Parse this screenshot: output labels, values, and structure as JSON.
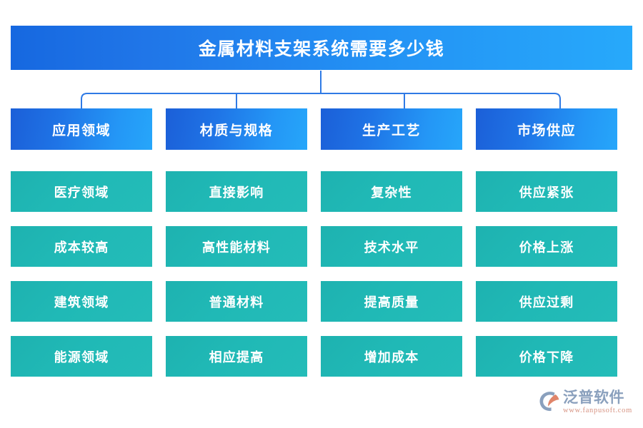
{
  "header": {
    "title": "金属材料支架系统需要多少钱",
    "gradient_from": "#1668e0",
    "gradient_to": "#27a9fb"
  },
  "connectors": {
    "color": "#2f7ae5",
    "stroke_width": 2
  },
  "palette": {
    "category_from": "#1b5fd8",
    "category_to": "#26a6fa",
    "item_from": "#1eb2b0",
    "item_to": "#24bcb8",
    "text": "#ffffff",
    "page_background": "#ffffff"
  },
  "columns": [
    {
      "category": "应用领域",
      "items": [
        "医疗领域",
        "成本较高",
        "建筑领域",
        "能源领域"
      ]
    },
    {
      "category": "材质与规格",
      "items": [
        "直接影响",
        "高性能材料",
        "普通材料",
        "相应提高"
      ]
    },
    {
      "category": "生产工艺",
      "items": [
        "复杂性",
        "技术水平",
        "提高质量",
        "增加成本"
      ]
    },
    {
      "category": "市场供应",
      "items": [
        "供应紧张",
        "价格上涨",
        "供应过剩",
        "价格下降"
      ]
    }
  ],
  "watermark": {
    "word": "泛普软件",
    "url": "www.fanpusoft.com"
  },
  "brand": {
    "name": "泛普软件",
    "url": "www.fanpusoft.com",
    "mark_color": "#8aa0bd",
    "swoosh_color": "#e0856a"
  }
}
